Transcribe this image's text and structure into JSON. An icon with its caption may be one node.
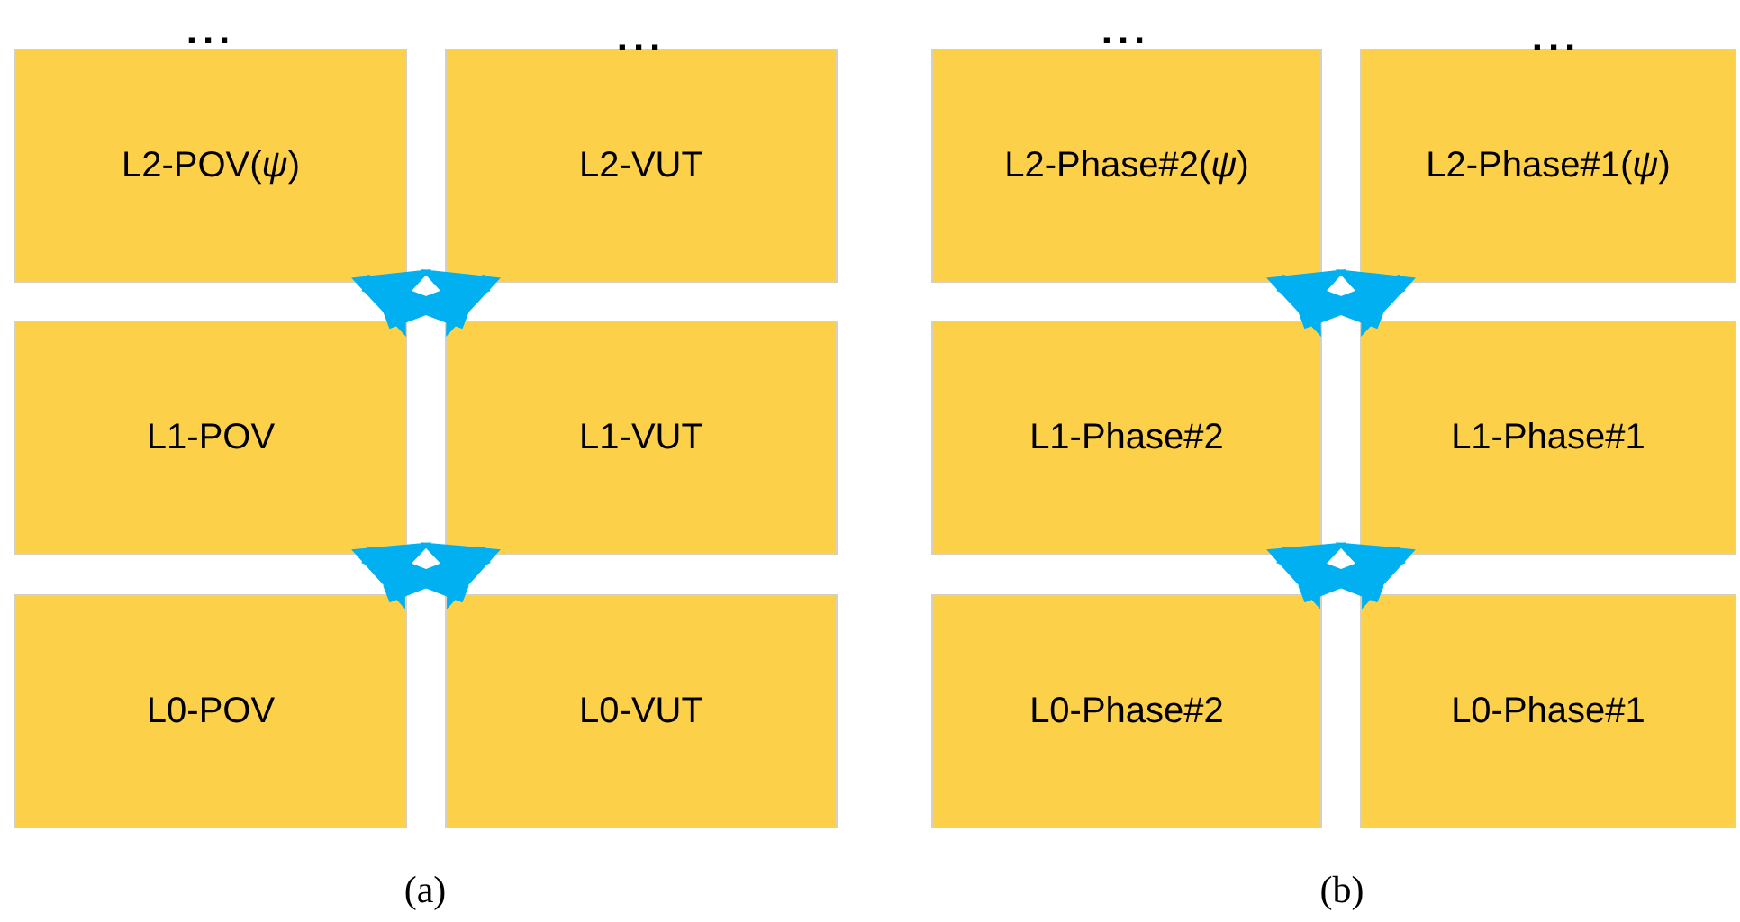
{
  "diagram": {
    "nodes": [
      {
        "text": [
          "L2-POV(*ψ*)"
        ]
      },
      {
        "text": [
          "L2-VUT"
        ]
      },
      {
        "text": [
          "L1-POV"
        ]
      },
      {
        "text": [
          "L1-VUT"
        ]
      },
      {
        "text": [
          "L0-POV"
        ]
      },
      {
        "text": [
          "L0-VUT"
        ]
      },
      {
        "text": [
          "L2-Phase#2(*ψ*)"
        ]
      },
      {
        "text": [
          "L2-Phase#1(*ψ*)"
        ]
      },
      {
        "text": [
          "L1-Phase#2"
        ]
      },
      {
        "text": [
          "L1-Phase#1"
        ]
      },
      {
        "text": [
          "L0-Phase#2"
        ]
      },
      {
        "text": [
          "L0-Phase#1"
        ]
      }
    ],
    "edges": [
      {
        "from": 4,
        "to": 3,
        "arrow": "to"
      },
      {
        "from": 5,
        "to": 2,
        "arrow": "to"
      },
      {
        "from": 2,
        "to": 1,
        "arrow": "to"
      },
      {
        "from": 3,
        "to": 0,
        "arrow": "to"
      },
      {
        "from": 10,
        "to": 9,
        "arrow": "to"
      },
      {
        "from": 11,
        "to": 8,
        "arrow": "to"
      },
      {
        "from": 8,
        "to": 7,
        "arrow": "to"
      },
      {
        "from": 9,
        "to": 6,
        "arrow": "to"
      }
    ],
    "labels": [
      "...",
      "...",
      "(a)",
      "...",
      "...",
      "(b)"
    ]
  }
}
